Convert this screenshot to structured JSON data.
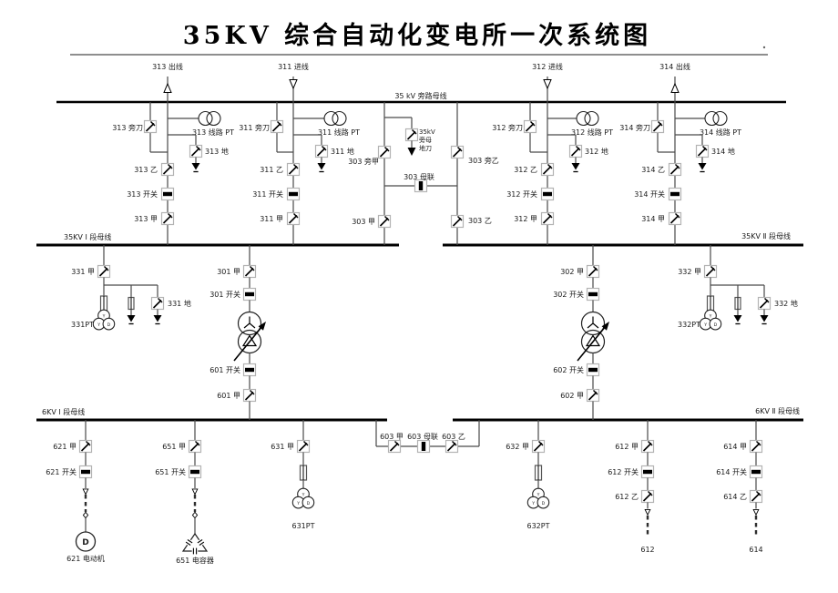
{
  "title": "35KV 综合自动化变电所一次系统图",
  "buses": {
    "bypass": "35 kV 旁路母线",
    "kv35_1": "35KV Ⅰ 段母线",
    "kv35_2": "35KV Ⅱ 段母线",
    "kv6_1": "6KV Ⅰ 段母线",
    "kv6_2": "6KV Ⅱ 段母线"
  },
  "feeders35": [
    {
      "line": "313 出线",
      "pangdao": "313 旁刀",
      "pt": "313 线路 PT",
      "di": "313 地",
      "yi": "313 乙",
      "kaiguan": "313 开关",
      "jia": "313 甲"
    },
    {
      "line": "311 进线",
      "pangdao": "311 旁刀",
      "pt": "311 线路 PT",
      "di": "311 地",
      "yi": "311 乙",
      "kaiguan": "311 开关",
      "jia": "311 甲"
    },
    {
      "line": "312 进线",
      "pangdao": "312 旁刀",
      "pt": "312 线路 PT",
      "di": "312 地",
      "yi": "312 乙",
      "kaiguan": "312 开关",
      "jia": "312 甲"
    },
    {
      "line": "314 出线",
      "pangdao": "314 旁刀",
      "pt": "314 线路 PT",
      "di": "314 地",
      "yi": "314 乙",
      "kaiguan": "314 开关",
      "jia": "314 甲"
    }
  ],
  "tie35": {
    "didao": [
      "35kV",
      "旁母",
      "地刀"
    ],
    "pang_jia": "303 旁甲",
    "pang_yi": "303 旁乙",
    "mulian": "303 母联",
    "jia": "303 甲",
    "yi": "303 乙"
  },
  "buspt35": [
    {
      "jia": "331 甲",
      "pt": "331PT",
      "di": "331 地"
    },
    {
      "jia": "332 甲",
      "pt": "332PT",
      "di": "332 地"
    }
  ],
  "transformers": [
    {
      "hv_jia": "301 甲",
      "hv_kg": "301 开关",
      "lv_kg": "601 开关",
      "lv_jia": "601 甲"
    },
    {
      "hv_jia": "302 甲",
      "hv_kg": "302 开关",
      "lv_kg": "602 开关",
      "lv_jia": "602 甲"
    }
  ],
  "tie6": {
    "jia": "603 甲",
    "mulian": "603 母联",
    "yi": "603 乙"
  },
  "feeders6": [
    {
      "jia": "621 甲",
      "kg": "621 开关",
      "load": "621 电动机",
      "motor_letter": "D"
    },
    {
      "jia": "651 甲",
      "kg": "651 开关",
      "load": "651 电容器"
    },
    {
      "jia": "631 甲",
      "load": "631PT"
    },
    {
      "jia": "632 甲",
      "load": "632PT"
    },
    {
      "jia": "612 甲",
      "kg": "612 开关",
      "yi": "612 乙",
      "load": "612"
    },
    {
      "jia": "614 甲",
      "kg": "614 开关",
      "yi": "614 乙",
      "load": "614"
    }
  ],
  "pt_letters": [
    "Y",
    "Y",
    "D"
  ],
  "colors": {
    "line": "#4a4a4a",
    "bus": "#000000",
    "box_border": "#b3b3b3"
  }
}
